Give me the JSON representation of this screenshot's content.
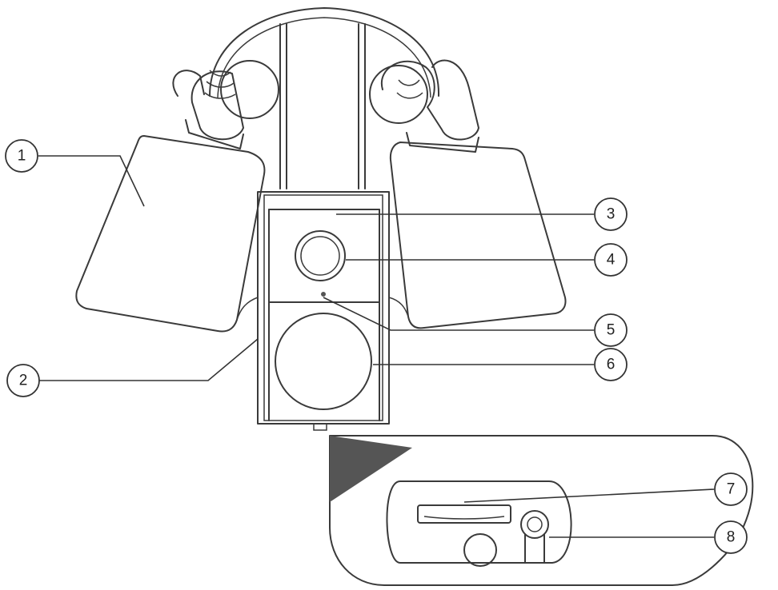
{
  "callouts": [
    {
      "id": "1",
      "label": "1"
    },
    {
      "id": "2",
      "label": "2"
    },
    {
      "id": "3",
      "label": "3"
    },
    {
      "id": "4",
      "label": "4"
    },
    {
      "id": "5",
      "label": "5"
    },
    {
      "id": "6",
      "label": "6"
    },
    {
      "id": "7",
      "label": "7"
    },
    {
      "id": "8",
      "label": "8"
    }
  ],
  "colors": {
    "line": "#3a3a3a",
    "background": "#ffffff",
    "accent_fill": "#555555"
  }
}
